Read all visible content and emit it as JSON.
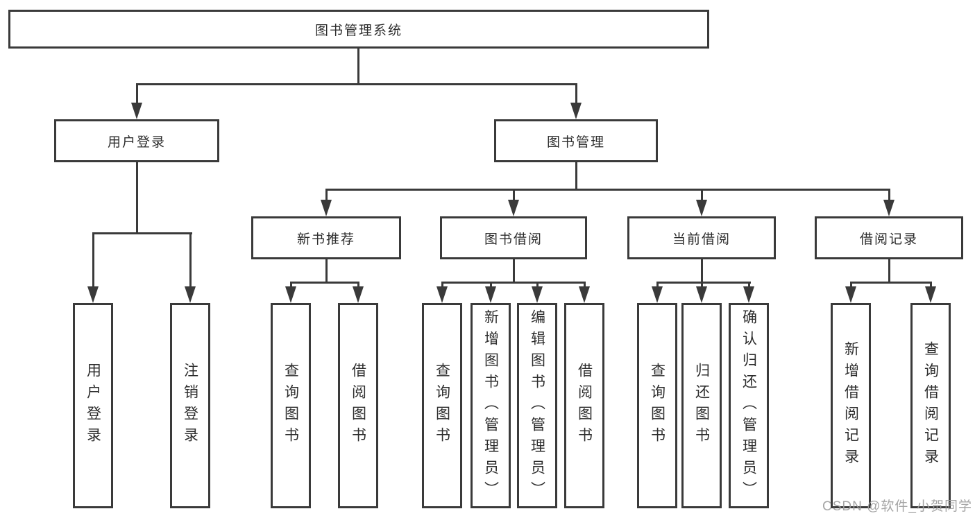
{
  "colors": {
    "line": "#3a3a3a",
    "text": "#2d2d2d",
    "watermark": "#9e9e9e",
    "background": "#ffffff"
  },
  "tree": {
    "root": "图书管理系统",
    "level2": [
      "用户登录",
      "图书管理"
    ],
    "level3": [
      "新书推荐",
      "图书借阅",
      "当前借阅",
      "借阅记录"
    ],
    "leaves_user_login": [
      "用户登录",
      "注销登录"
    ],
    "leaves_new_books": [
      "查询图书",
      "借阅图书"
    ],
    "leaves_book_borrow": [
      "查询图书",
      "新增图书（管理员）",
      "编辑图书（管理员）",
      "借阅图书"
    ],
    "leaves_current_borrow": [
      "查询图书",
      "归还图书",
      "确认归还（管理员）"
    ],
    "leaves_borrow_records": [
      "新增借阅记录",
      "查询借阅记录"
    ]
  },
  "watermark": "CSDN @软件_小贺同学"
}
